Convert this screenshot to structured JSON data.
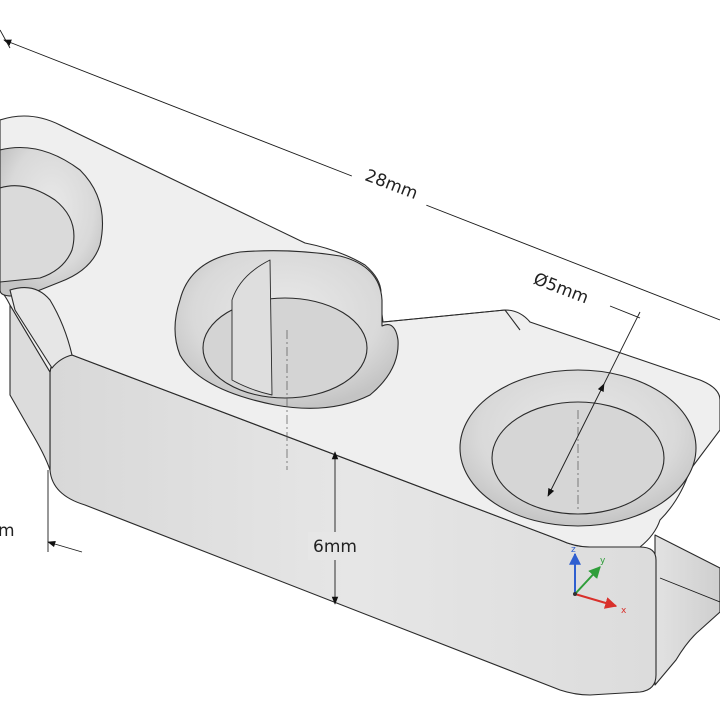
{
  "dimensions": {
    "length": "28mm",
    "hole_diameter": "Ø5mm",
    "height": "6mm",
    "partial_left": "m"
  },
  "axes": {
    "x": "x",
    "y": "y",
    "z": "z",
    "colors": {
      "x": "#d9302b",
      "y": "#2f9e3a",
      "z": "#2f5fd0"
    }
  },
  "colors": {
    "background": "#ffffff",
    "body_fill": "#e4e4e4",
    "top_fill": "#efefef",
    "side_fill": "#d6d6d6",
    "edge": "#2a2a2a",
    "dim_line": "#1a1a1a"
  }
}
